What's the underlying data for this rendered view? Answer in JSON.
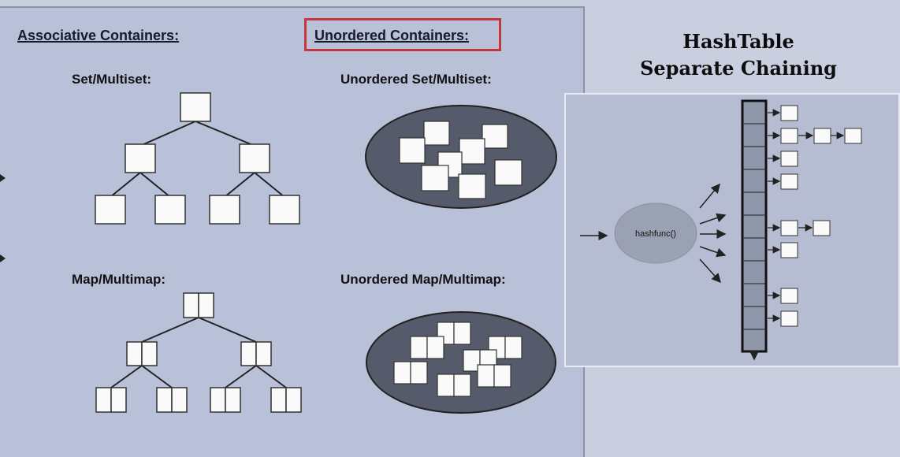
{
  "slide": {
    "associative_header": "Associative Containers:",
    "unordered_header": "Unordered Containers:",
    "set_label": "Set/Multiset:",
    "unordered_set_label": "Unordered Set/Multiset:",
    "map_label": "Map/Multimap:",
    "unordered_map_label": "Unordered Map/Multimap:"
  },
  "right": {
    "title_line1": "HashTable",
    "title_line2": "Separate Chaining",
    "hashfunc_label": "hashfunc()"
  },
  "colors": {
    "slide_bg": "#b8c1d8",
    "highlight_border": "#c6363c",
    "ellipse_fill": "#555b6b",
    "node_fill": "#ffffff",
    "bucket_fill": "#8f97ab"
  }
}
